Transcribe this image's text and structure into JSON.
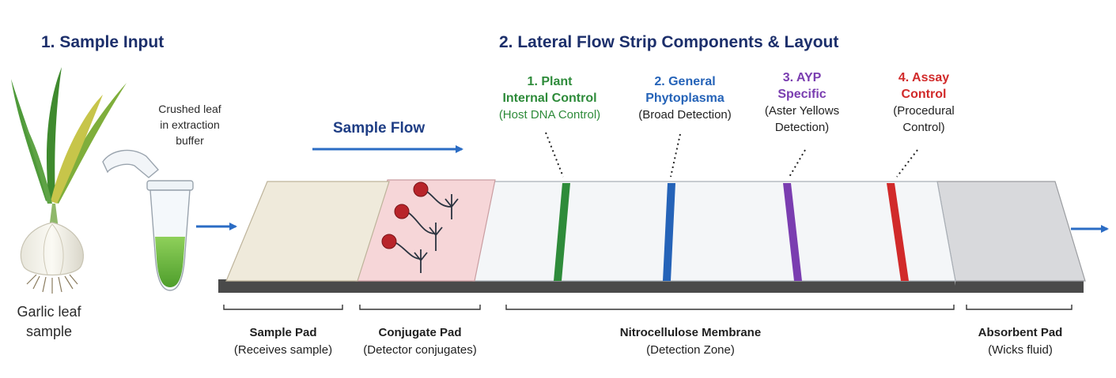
{
  "titles": {
    "sample_input": "1. Sample Input",
    "strip": "2. Lateral Flow Strip Components & Layout"
  },
  "sample": {
    "garlic_label": [
      "Garlic leaf",
      "sample"
    ],
    "tube_label": [
      "Crushed leaf",
      "in extraction",
      "buffer"
    ]
  },
  "flow_label": "Sample Flow",
  "test_lines": [
    {
      "title": [
        "1. Plant",
        "Internal Control"
      ],
      "sub": [
        "(Host DNA Control)"
      ],
      "color": "#2e8b3a"
    },
    {
      "title": [
        "2. General",
        "Phytoplasma"
      ],
      "sub": [
        "(Broad Detection)"
      ],
      "color": "#2563b8"
    },
    {
      "title": [
        "3. AYP",
        "Specific"
      ],
      "sub": [
        "(Aster Yellows",
        "Detection)"
      ],
      "color": "#7a3db0"
    },
    {
      "title": [
        "4. Assay",
        "Control"
      ],
      "sub": [
        "(Procedural",
        "Control)"
      ],
      "color": "#d12a2a"
    }
  ],
  "components": [
    {
      "name": "Sample Pad",
      "desc": "(Receives sample)"
    },
    {
      "name": "Conjugate Pad",
      "desc": "(Detector conjugates)"
    },
    {
      "name": "Nitrocellulose Membrane",
      "desc": "(Detection Zone)"
    },
    {
      "name": "Absorbent Pad",
      "desc": "(Wicks fluid)"
    }
  ],
  "colors": {
    "title": "#1c2f6b",
    "arrow": "#2b6cc4",
    "sample_pad": "#efeadb",
    "conjugate_pad": "#f6d6d8",
    "membrane": "#f4f6f8",
    "absorbent_pad": "#dcdddf",
    "backing": "#4a4a4a"
  },
  "icons": [
    "garlic-plant-icon",
    "microtube-icon",
    "gold-nanoparticle-icon",
    "antibody-icon"
  ]
}
